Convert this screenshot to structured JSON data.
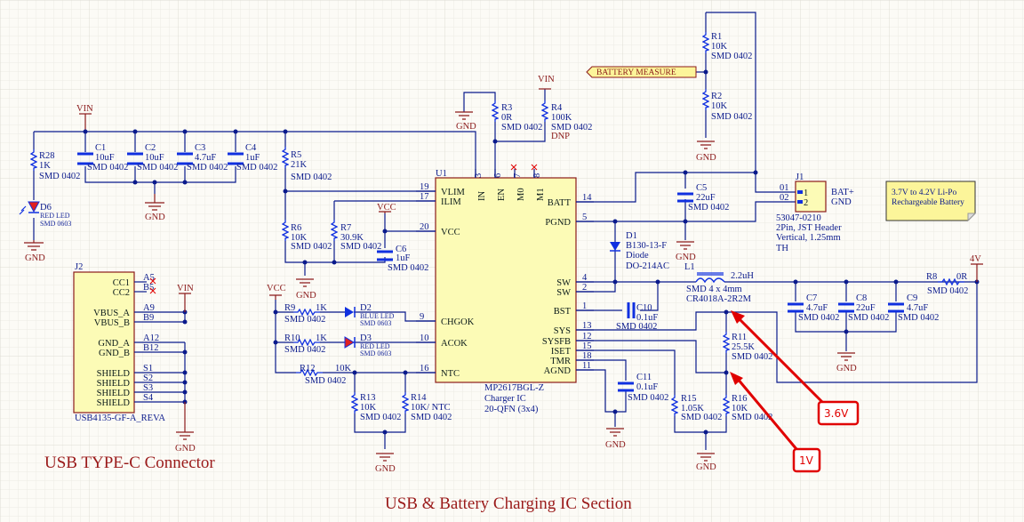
{
  "sections": {
    "usb_title": "USB TYPE-C Connector",
    "main_title": "USB & Battery Charging IC Section"
  },
  "power_ports": {
    "vin": "VIN",
    "vcc": "VCC",
    "gnd": "GND",
    "v4": "4V"
  },
  "net_label": "BATTERY MEASURE",
  "note": {
    "line1": "3.7V to 4.2V Li-Po",
    "line2": "Rechargeable Battery"
  },
  "callouts": [
    {
      "text": "3.6V"
    },
    {
      "text": "1V"
    }
  ],
  "u1": {
    "ref": "U1",
    "part": "MP2617BGL-Z",
    "desc": "Charger IC",
    "pkg": "20-QFN (3x4)",
    "left_pins": [
      {
        "name": "VLIM",
        "num": "19"
      },
      {
        "name": "ILIM",
        "num": "17"
      },
      {
        "name": "VCC",
        "num": "20"
      },
      {
        "name": "CHGOK",
        "num": "9"
      },
      {
        "name": "ACOK",
        "num": "10"
      },
      {
        "name": "NTC",
        "num": "16"
      }
    ],
    "top_pins": [
      {
        "name": "IN",
        "num": "3"
      },
      {
        "name": "EN",
        "num": "6"
      },
      {
        "name": "M0",
        "num": "7"
      },
      {
        "name": "M1",
        "num": "8"
      }
    ],
    "right_pins": [
      {
        "name": "BATT",
        "num": "14"
      },
      {
        "name": "PGND",
        "num": "5"
      },
      {
        "name": "SW",
        "num": "4"
      },
      {
        "name": "SW",
        "num": "2"
      },
      {
        "name": "BST",
        "num": "1"
      },
      {
        "name": "SYS",
        "num": "13"
      },
      {
        "name": "SYSFB",
        "num": "12"
      },
      {
        "name": "ISET",
        "num": "15"
      },
      {
        "name": "TMR",
        "num": "18"
      },
      {
        "name": "AGND",
        "num": "11"
      }
    ]
  },
  "j2": {
    "ref": "J2",
    "part": "USB4135-GF-A_REVA",
    "pins": [
      {
        "name": "CC1",
        "num": "A5"
      },
      {
        "name": "CC2",
        "num": "B5"
      },
      {
        "name": "VBUS_A",
        "num": "A9"
      },
      {
        "name": "VBUS_B",
        "num": "B9"
      },
      {
        "name": "GND_A",
        "num": "A12"
      },
      {
        "name": "GND_B",
        "num": "B12"
      },
      {
        "name": "SHIELD",
        "num": "S1"
      },
      {
        "name": "SHIELD",
        "num": "S2"
      },
      {
        "name": "SHIELD",
        "num": "S3"
      },
      {
        "name": "SHIELD",
        "num": "S4"
      }
    ]
  },
  "j1": {
    "ref": "J1",
    "pins": [
      {
        "num": "1",
        "ext": "01",
        "name": "BAT+"
      },
      {
        "num": "2",
        "ext": "02",
        "name": "GND"
      }
    ],
    "part": "53047-0210",
    "d1": "2Pin, JST Header",
    "d2": "Vertical, 1.25mm",
    "d3": "TH"
  },
  "components": {
    "R1": {
      "ref": "R1",
      "val": "10K",
      "pkg": "SMD 0402"
    },
    "R2": {
      "ref": "R2",
      "val": "10K",
      "pkg": "SMD 0402"
    },
    "R3": {
      "ref": "R3",
      "val": "0R",
      "pkg": "SMD 0402"
    },
    "R4": {
      "ref": "R4",
      "val": "100K",
      "pkg": "SMD 0402",
      "note": "DNP"
    },
    "R5": {
      "ref": "R5",
      "val": "21K",
      "pkg": "SMD 0402"
    },
    "R6": {
      "ref": "R6",
      "val": "10K",
      "pkg": "SMD 0402"
    },
    "R7": {
      "ref": "R7",
      "val": "30.9K",
      "pkg": "SMD 0402"
    },
    "R8": {
      "ref": "R8",
      "val": "0R",
      "pkg": "SMD 0402"
    },
    "R9": {
      "ref": "R9",
      "val": "1K",
      "pkg": "SMD 0402"
    },
    "R10": {
      "ref": "R10",
      "val": "1K",
      "pkg": "SMD 0402"
    },
    "R11": {
      "ref": "R11",
      "val": "25.5K",
      "pkg": "SMD 0402"
    },
    "R12": {
      "ref": "R12",
      "val": "10K",
      "pkg": "SMD 0402"
    },
    "R13": {
      "ref": "R13",
      "val": "10K",
      "pkg": "SMD 0402"
    },
    "R14": {
      "ref": "R14",
      "val": "10K/ NTC",
      "pkg": "SMD 0402"
    },
    "R15": {
      "ref": "R15",
      "val": "1.05K",
      "pkg": "SMD 0402"
    },
    "R16": {
      "ref": "R16",
      "val": "10K",
      "pkg": "SMD 0402"
    },
    "R28": {
      "ref": "R28",
      "val": "1K",
      "pkg": "SMD 0402"
    },
    "C1": {
      "ref": "C1",
      "val": "10uF",
      "pkg": "SMD 0402"
    },
    "C2": {
      "ref": "C2",
      "val": "10uF",
      "pkg": "SMD 0402"
    },
    "C3": {
      "ref": "C3",
      "val": "4.7uF",
      "pkg": "SMD 0402"
    },
    "C4": {
      "ref": "C4",
      "val": "1uF",
      "pkg": "SMD 0402"
    },
    "C5": {
      "ref": "C5",
      "val": "22uF",
      "pkg": "SMD 0402"
    },
    "C6": {
      "ref": "C6",
      "val": "1uF",
      "pkg": "SMD 0402"
    },
    "C7": {
      "ref": "C7",
      "val": "4.7uF",
      "pkg": "SMD 0402"
    },
    "C8": {
      "ref": "C8",
      "val": "22uF",
      "pkg": "SMD 0402"
    },
    "C9": {
      "ref": "C9",
      "val": "4.7uF",
      "pkg": "SMD 0402"
    },
    "C10": {
      "ref": "C10",
      "val": "0.1uF",
      "pkg": "SMD 0402"
    },
    "C11": {
      "ref": "C11",
      "val": "0.1uF",
      "pkg": "SMD 0402"
    },
    "D1": {
      "ref": "D1",
      "val": "B130-13-F",
      "desc": "Diode",
      "pkg": "DO-214AC"
    },
    "D2": {
      "ref": "D2",
      "val": "BLUE LED",
      "pkg": "SMD 0603"
    },
    "D3": {
      "ref": "D3",
      "val": "RED LED",
      "pkg": "SMD 0603"
    },
    "D6": {
      "ref": "D6",
      "val": "RED LED",
      "pkg": "SMD 0603"
    },
    "L1": {
      "ref": "L1",
      "val": "2.2uH",
      "pkg": "SMD 4 x 4mm",
      "part": "CR4018A-2R2M"
    }
  }
}
